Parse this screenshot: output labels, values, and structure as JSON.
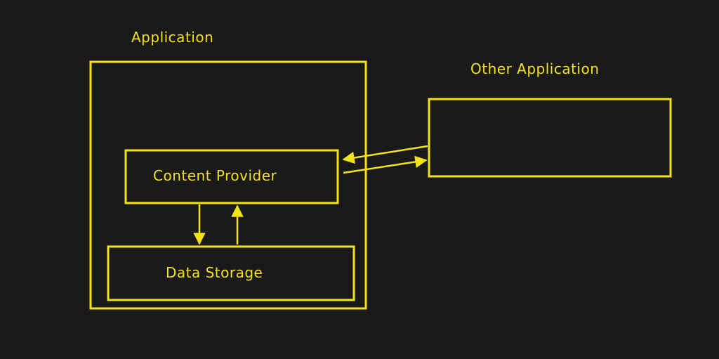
{
  "colors": {
    "background": "#1a1a1a",
    "stroke": "#f5e11a"
  },
  "labels": {
    "application": "Application",
    "other_application": "Other Application",
    "content_provider": "Content Provider",
    "data_storage": "Data Storage"
  }
}
